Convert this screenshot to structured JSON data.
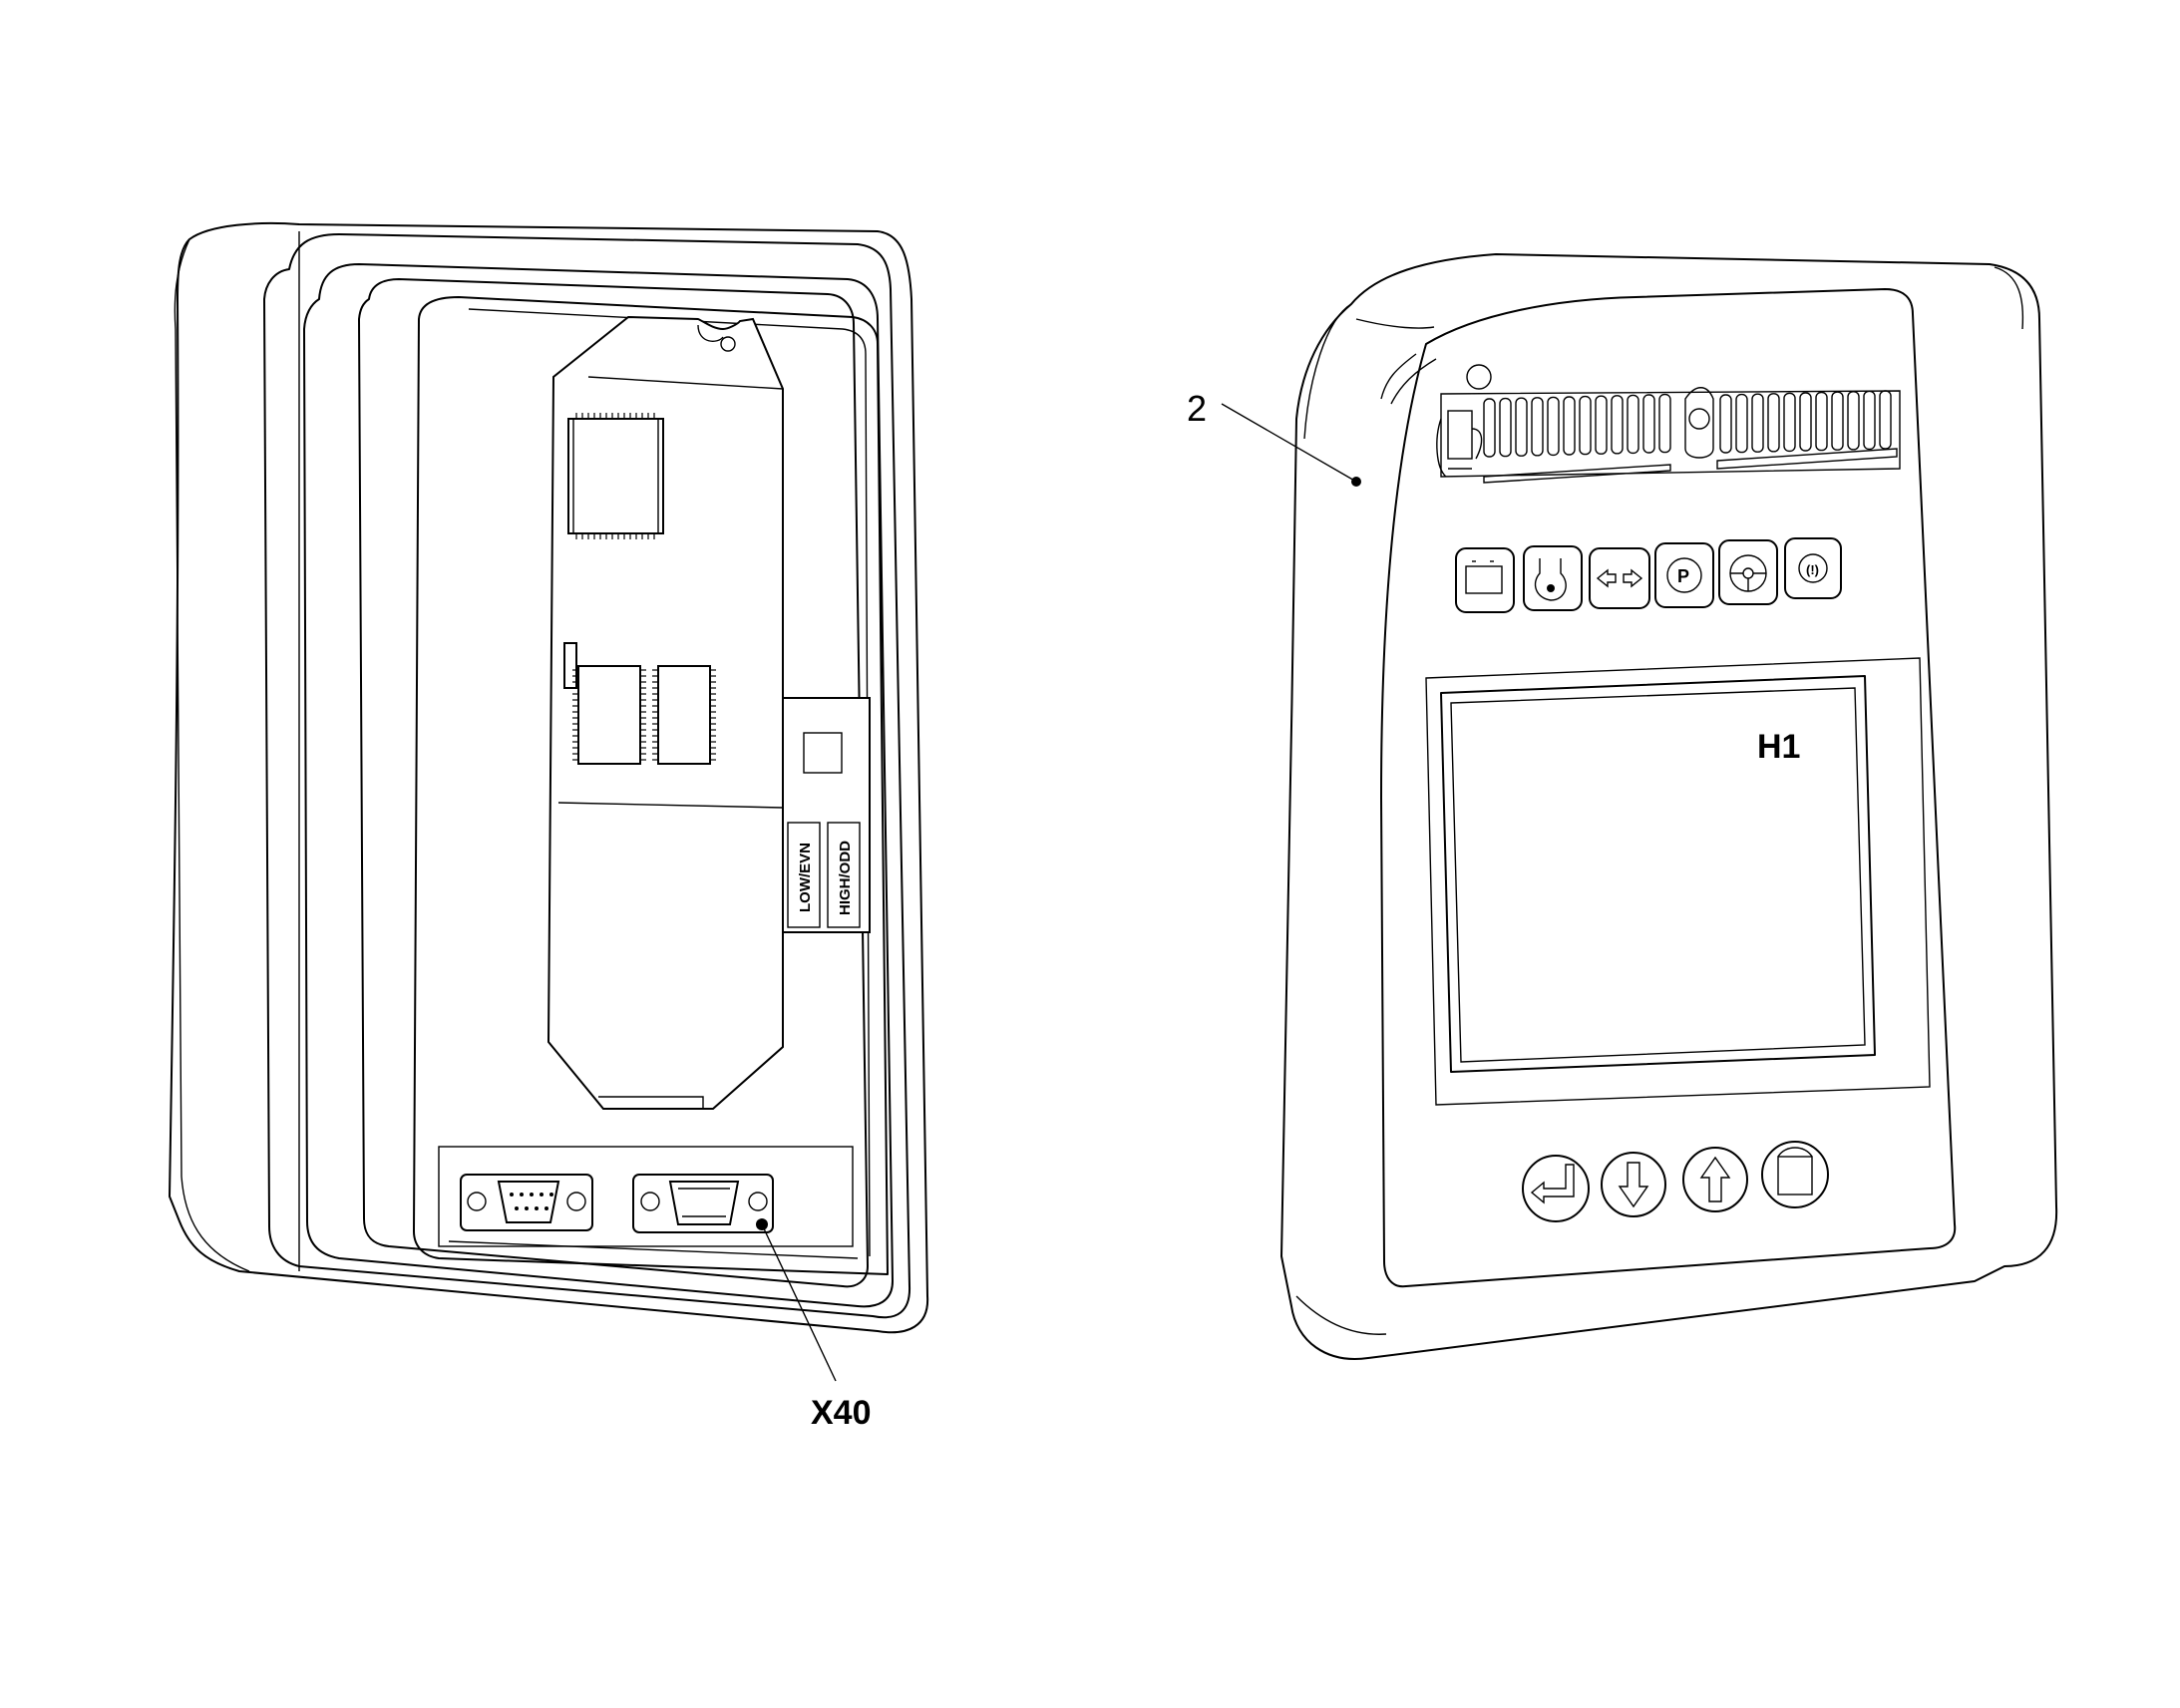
{
  "callouts": {
    "unit": "2",
    "display": "H1",
    "connector": "X40"
  },
  "board_labels": {
    "left": "LOW/EVN",
    "right": "HIGH/ODD"
  },
  "colors": {
    "line": "#000000",
    "background": "#ffffff"
  },
  "icons": {
    "top_gauges": [
      "fuel-gauge-icon",
      "temperature-gauge-icon"
    ],
    "indicators": [
      "battery-icon",
      "oil-pressure-icon",
      "turn-signal-icon",
      "parking-brake-icon",
      "steering-icon",
      "brake-warning-icon"
    ],
    "keypad": [
      "enter-key-icon",
      "down-arrow-key-icon",
      "up-arrow-key-icon",
      "square-key-icon"
    ]
  }
}
